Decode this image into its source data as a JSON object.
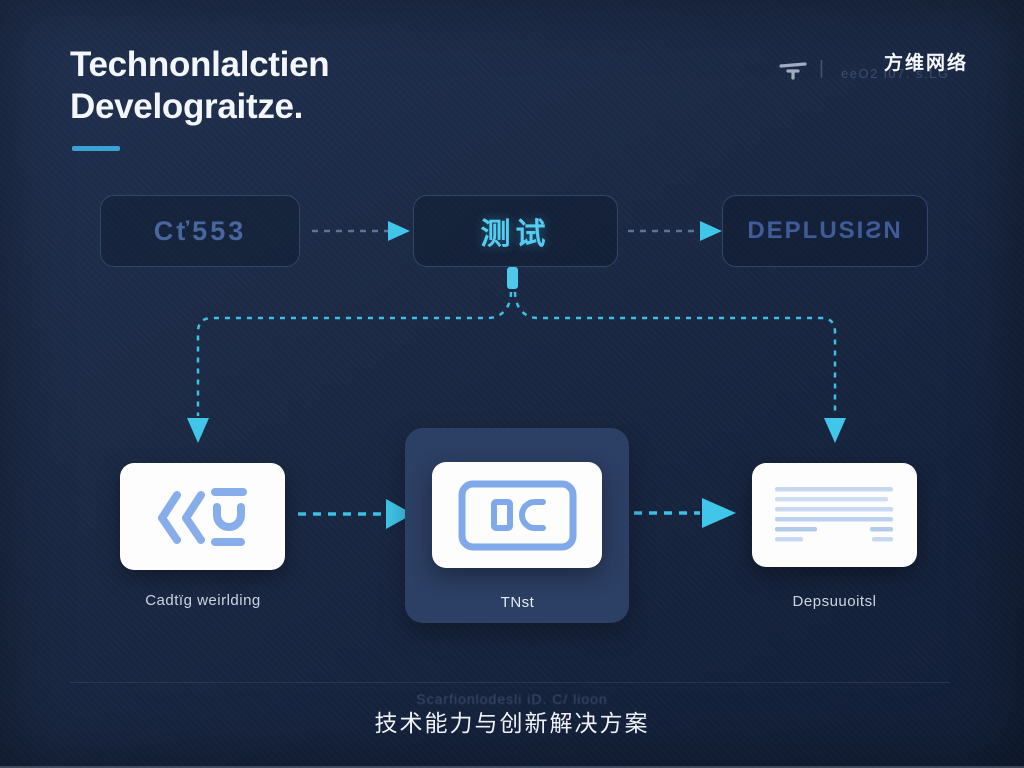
{
  "title": {
    "line1": "Technonlalctien",
    "line2": "Develograitze."
  },
  "brand": {
    "name": "方维网络",
    "ghost": "eeO2 i07. s.LG",
    "divider": "|"
  },
  "flow": {
    "stages": [
      {
        "label": "Cť553"
      },
      {
        "label": "测试"
      },
      {
        "label": "DEPLUSIƧN"
      }
    ],
    "cards": [
      {
        "label": "Cadtïg weirlding",
        "icon": "code-icon"
      },
      {
        "label": "TNst",
        "icon": "test-screen-icon"
      },
      {
        "label": "Depsuuoitsl",
        "icon": "document-icon"
      }
    ]
  },
  "footer": {
    "ghost": "Scarfionlodesli iD. C/ lioon",
    "caption": "技术能力与创新解决方案"
  },
  "colors": {
    "accent_cyan": "#3fc6e8",
    "bright_cyan": "#55cdf2",
    "muted_blue": "#49679f",
    "underline_blue": "#3aa2d4",
    "panel_blue": "#2c3f64",
    "icon_blue": "#87aeea",
    "background_navy": "#1a2843"
  }
}
